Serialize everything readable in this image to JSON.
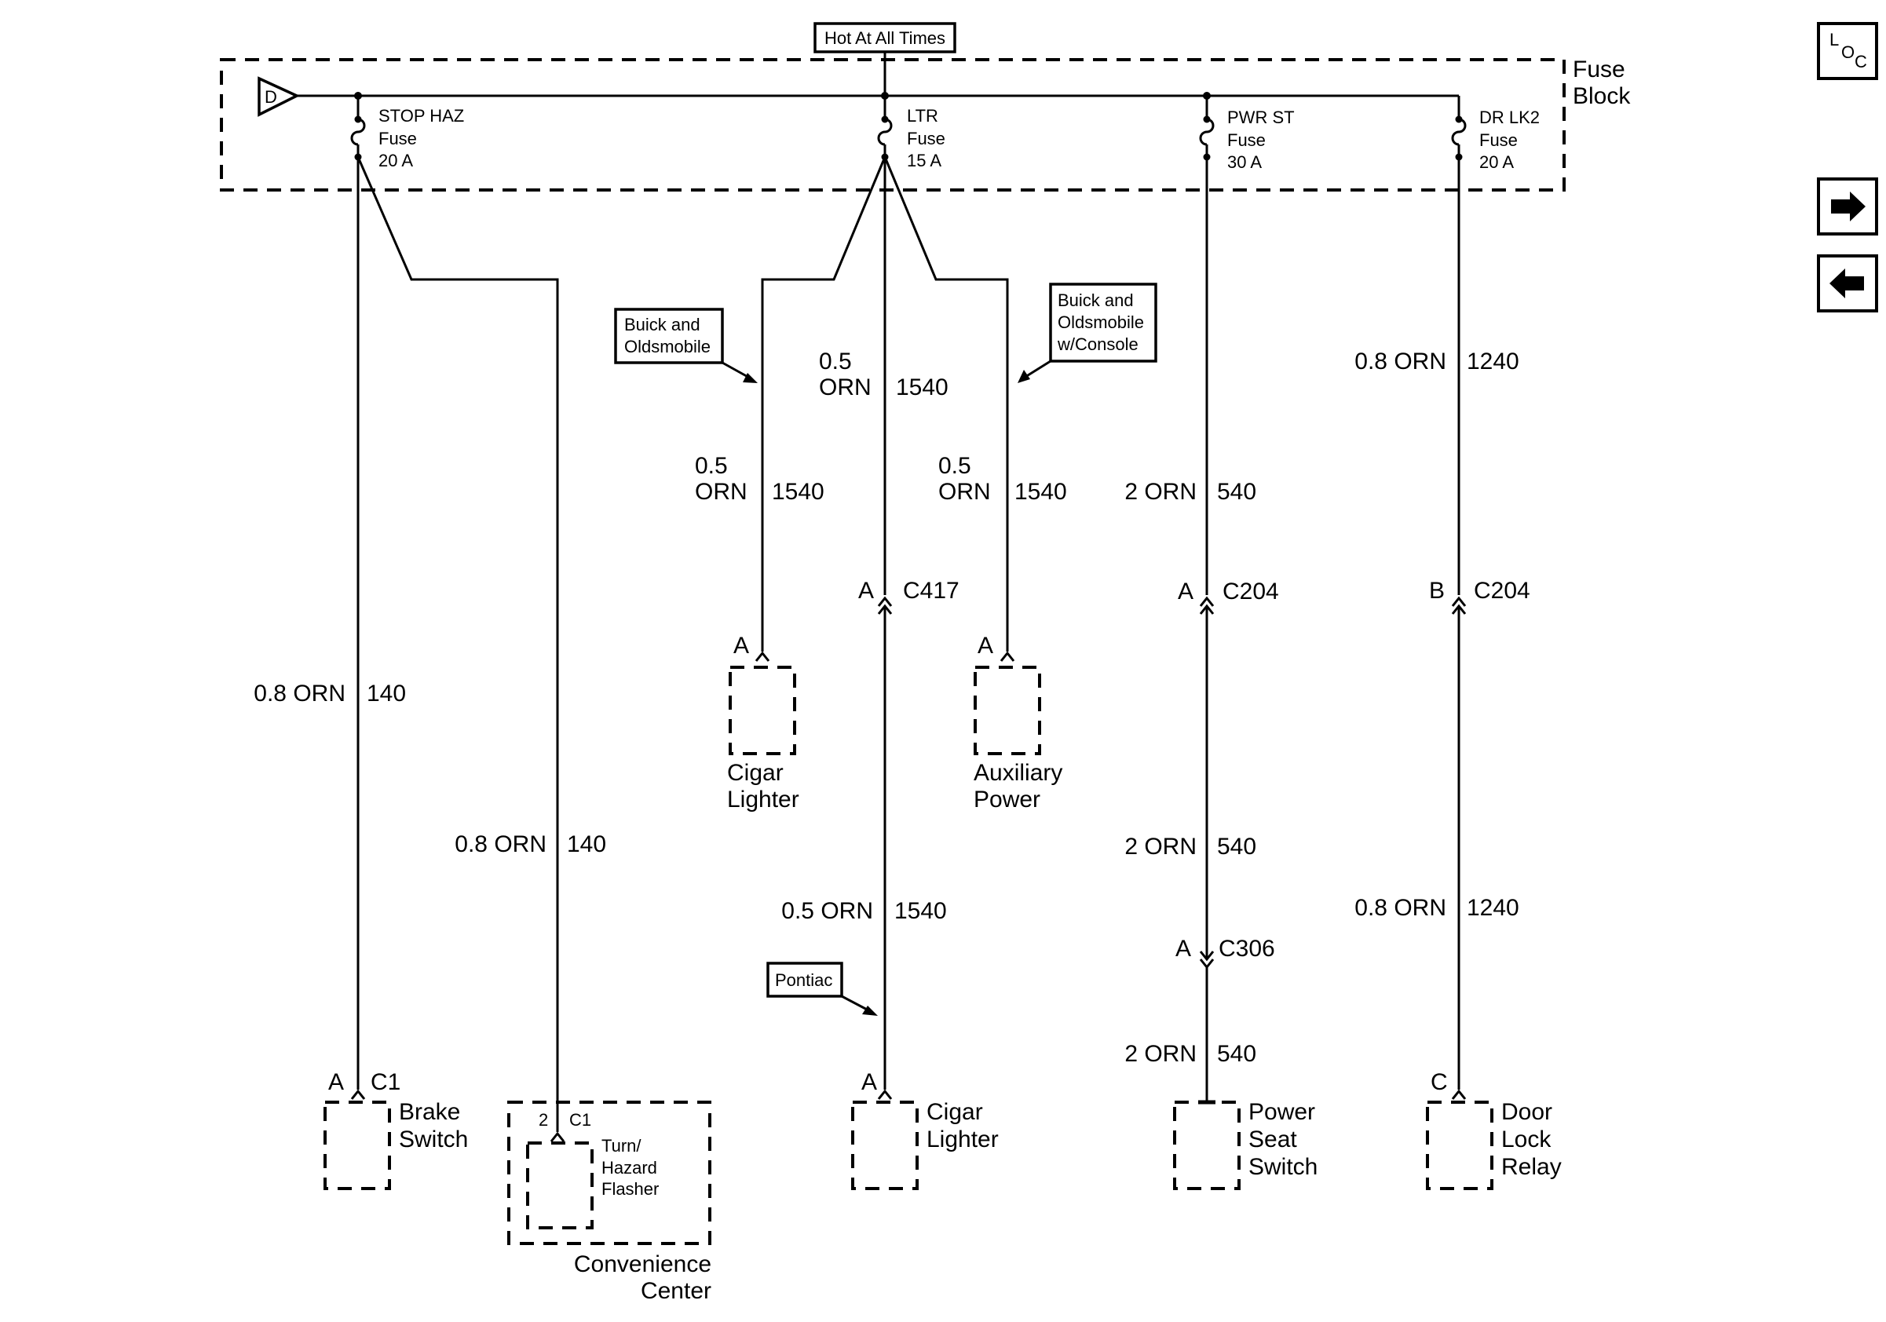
{
  "fuse_block": {
    "label_line1": "Fuse",
    "label_line2": "Block",
    "hot_label": "Hot At All Times",
    "source_letter": "D"
  },
  "fuses": [
    {
      "name": "STOP HAZ",
      "type": "Fuse",
      "rating": "20 A"
    },
    {
      "name": "LTR",
      "type": "Fuse",
      "rating": "15 A"
    },
    {
      "name": "PWR ST",
      "type": "Fuse",
      "rating": "30 A"
    },
    {
      "name": "DR LK2",
      "type": "Fuse",
      "rating": "20 A"
    }
  ],
  "wire_labels": {
    "brake": {
      "color": "0.8 ORN",
      "circuit": "140"
    },
    "flasher": {
      "color": "0.8 ORN",
      "circuit": "140"
    },
    "ltr_main": {
      "size": "0.5",
      "color": "ORN",
      "circuit": "1540"
    },
    "cigar_bo": {
      "size": "0.5",
      "color": "ORN",
      "circuit": "1540"
    },
    "aux": {
      "size": "0.5",
      "color": "ORN",
      "circuit": "1540"
    },
    "pontiac_lower": {
      "color": "0.5 ORN",
      "circuit": "1540"
    },
    "pwr_top": {
      "color": "2 ORN",
      "circuit": "540"
    },
    "pwr_mid": {
      "color": "2 ORN",
      "circuit": "540"
    },
    "pwr_bot": {
      "color": "2 ORN",
      "circuit": "540"
    },
    "dr_top": {
      "color": "0.8 ORN",
      "circuit": "1240"
    },
    "dr_bot": {
      "color": "0.8 ORN",
      "circuit": "1240"
    }
  },
  "connectors": {
    "c417": {
      "pin": "A",
      "name": "C417"
    },
    "c204_a": {
      "pin": "A",
      "name": "C204"
    },
    "c204_b": {
      "pin": "B",
      "name": "C204"
    },
    "c306": {
      "pin": "A",
      "name": "C306"
    }
  },
  "callouts": {
    "buick_olds": [
      "Buick and",
      "Oldsmobile"
    ],
    "buick_olds_console": [
      "Buick and",
      "Oldsmobile",
      "w/Console"
    ],
    "pontiac": "Pontiac"
  },
  "components": {
    "brake_switch": {
      "pin": "A",
      "connector": "C1",
      "label": [
        "Brake",
        "Switch"
      ]
    },
    "convenience_center": {
      "pin": "2",
      "connector": "C1",
      "inner_label": [
        "Turn/",
        "Hazard",
        "Flasher"
      ],
      "label": [
        "Convenience",
        "Center"
      ]
    },
    "cigar_lighter_bo": {
      "pin": "A",
      "label": [
        "Cigar",
        "Lighter"
      ]
    },
    "aux_power": {
      "pin": "A",
      "label": [
        "Auxiliary",
        "Power"
      ]
    },
    "cigar_lighter_pontiac": {
      "pin": "A",
      "label": [
        "Cigar",
        "Lighter"
      ]
    },
    "power_seat_switch": {
      "label": [
        "Power",
        "Seat",
        "Switch"
      ]
    },
    "door_lock_relay": {
      "pin": "C",
      "label": [
        "Door",
        "Lock",
        "Relay"
      ]
    }
  },
  "nav": {
    "loc_l": "L",
    "loc_o": "O",
    "loc_c": "C",
    "forward_icon": "arrow-right",
    "back_icon": "arrow-left"
  }
}
